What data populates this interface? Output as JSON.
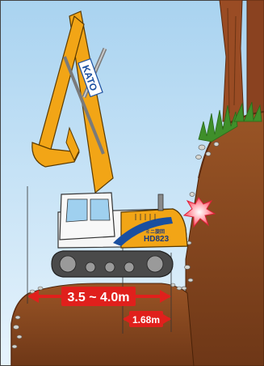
{
  "diagram": {
    "brand": "KATO",
    "model_small": "ミニ旋回",
    "model": "HD823",
    "dimension_long": "3.5 ~ 4.0m",
    "dimension_short": "1.68m"
  },
  "colors": {
    "sky": "#cfe6f7",
    "soil": "#8a4b22",
    "soil_dark": "#6b3414",
    "machine_yellow": "#f2a516",
    "arrow_red": "#e0201c",
    "tree_bark": "#9a4c24",
    "grass": "#3f8f2a",
    "impact": "#ff5a6a"
  }
}
